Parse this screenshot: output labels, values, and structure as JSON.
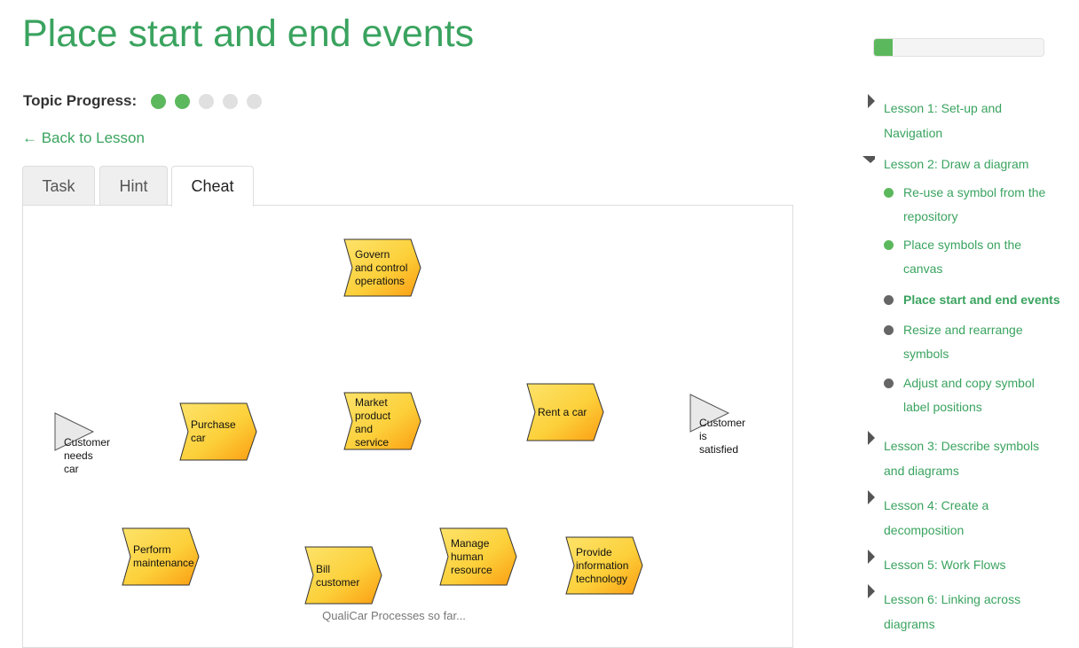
{
  "page": {
    "title": "Place start and end events"
  },
  "course_progress": {
    "percent": 11
  },
  "topic_progress": {
    "label": "Topic Progress:",
    "completed": 2,
    "total": 5
  },
  "back_link": {
    "label": "← Back to Lesson"
  },
  "tabs": [
    {
      "label": "Task",
      "active": false
    },
    {
      "label": "Hint",
      "active": false
    },
    {
      "label": "Cheat",
      "active": true
    }
  ],
  "diagram": {
    "caption": "QualiCar Processes so far...",
    "functions": [
      {
        "lines": [
          "Govern",
          "and control",
          "operations"
        ]
      },
      {
        "lines": [
          "Purchase",
          "car"
        ]
      },
      {
        "lines": [
          "Market",
          "product",
          "and",
          "service"
        ]
      },
      {
        "lines": [
          "Rent a car"
        ]
      },
      {
        "lines": [
          "Perform",
          "maintenance"
        ]
      },
      {
        "lines": [
          "Bill",
          "customer"
        ]
      },
      {
        "lines": [
          "Manage",
          "human",
          "resource"
        ]
      },
      {
        "lines": [
          "Provide",
          "information",
          "technology"
        ]
      }
    ],
    "events": [
      {
        "lines": [
          "Customer",
          "needs",
          "car"
        ]
      },
      {
        "lines": [
          "Customer",
          "is",
          "satisfied"
        ]
      }
    ],
    "colors": {
      "function_top": "#fde36a",
      "function_bottom": "#fb9d12",
      "event_fill": "#e9e9e9"
    }
  },
  "sidebar": {
    "lessons": [
      {
        "label": "Lesson 1: Set-up and Navigation",
        "expanded": false
      },
      {
        "label": "Lesson 2: Draw a diagram",
        "expanded": true,
        "topics": [
          {
            "label": "Re-use a symbol from the repository",
            "status": "complete"
          },
          {
            "label": "Place symbols on the canvas",
            "status": "complete"
          },
          {
            "label": "Place start and end events",
            "status": "current"
          },
          {
            "label": "Resize and rearrange symbols",
            "status": "incomplete"
          },
          {
            "label": "Adjust and copy symbol label positions",
            "status": "incomplete"
          }
        ]
      },
      {
        "label": "Lesson 3: Describe symbols and diagrams",
        "expanded": false
      },
      {
        "label": "Lesson 4: Create a decomposition",
        "expanded": false
      },
      {
        "label": "Lesson 5: Work Flows",
        "expanded": false
      },
      {
        "label": "Lesson 6: Linking across diagrams",
        "expanded": false
      }
    ],
    "colors": {
      "complete": "#5cb85c",
      "incomplete": "#666666",
      "text": "#3aa35f"
    }
  }
}
